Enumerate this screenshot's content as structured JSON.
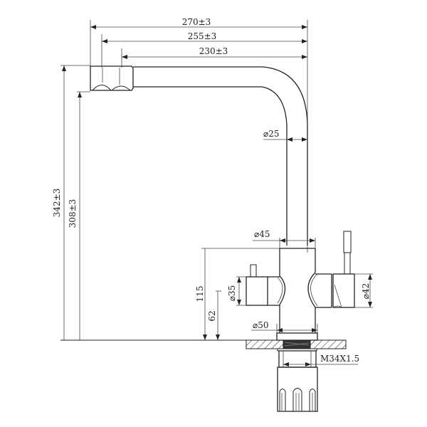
{
  "drawing": {
    "subject": "faucet technical drawing",
    "dimensions": {
      "overall_reach": "270±3",
      "mid_reach": "255±3",
      "spout_reach": "230±3",
      "total_height": "342±3",
      "outlet_height": "308±3",
      "spout_tube_diameter": "⌀25",
      "body_top_diameter": "⌀45",
      "left_handle_diameter": "⌀35",
      "right_handle_diameter": "⌀42",
      "base_diameter": "⌀50",
      "body_height": "115",
      "handle_center_height": "62",
      "thread": "M34X1.5"
    },
    "colors": {
      "line": "#222222",
      "background": "#ffffff",
      "thread_fill": "#333333"
    }
  }
}
